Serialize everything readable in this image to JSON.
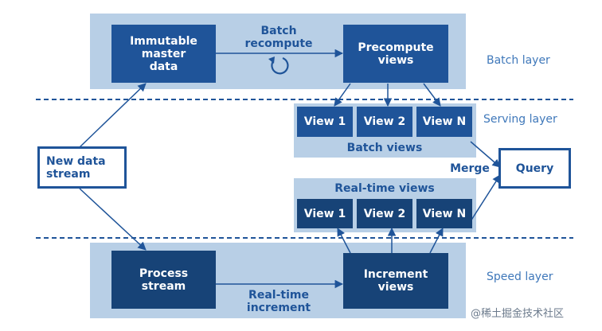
{
  "layers": {
    "batch": "Batch layer",
    "serving": "Serving layer",
    "speed": "Speed layer"
  },
  "boxes": {
    "master_data": "Immutable master data",
    "precompute": "Precompute views",
    "new_data": "New data stream",
    "query": "Query",
    "process_stream": "Process stream",
    "increment_views": "Increment views",
    "batch_view_1": "View 1",
    "batch_view_2": "View 2",
    "batch_view_n": "View N",
    "rt_view_1": "View 1",
    "rt_view_2": "View 2",
    "rt_view_n": "View N"
  },
  "labels": {
    "batch_recompute": "Batch recompute",
    "batch_views": "Batch views",
    "realtime_views": "Real-time views",
    "merge": "Merge",
    "realtime_increment": "Real-time increment"
  },
  "icons": {
    "recompute": "refresh-icon"
  },
  "watermark": "@稀土掘金技术社区",
  "colors": {
    "dark_box": "#1f5499",
    "panel": "#b8cfe6",
    "layer_text": "#3f78ba"
  }
}
